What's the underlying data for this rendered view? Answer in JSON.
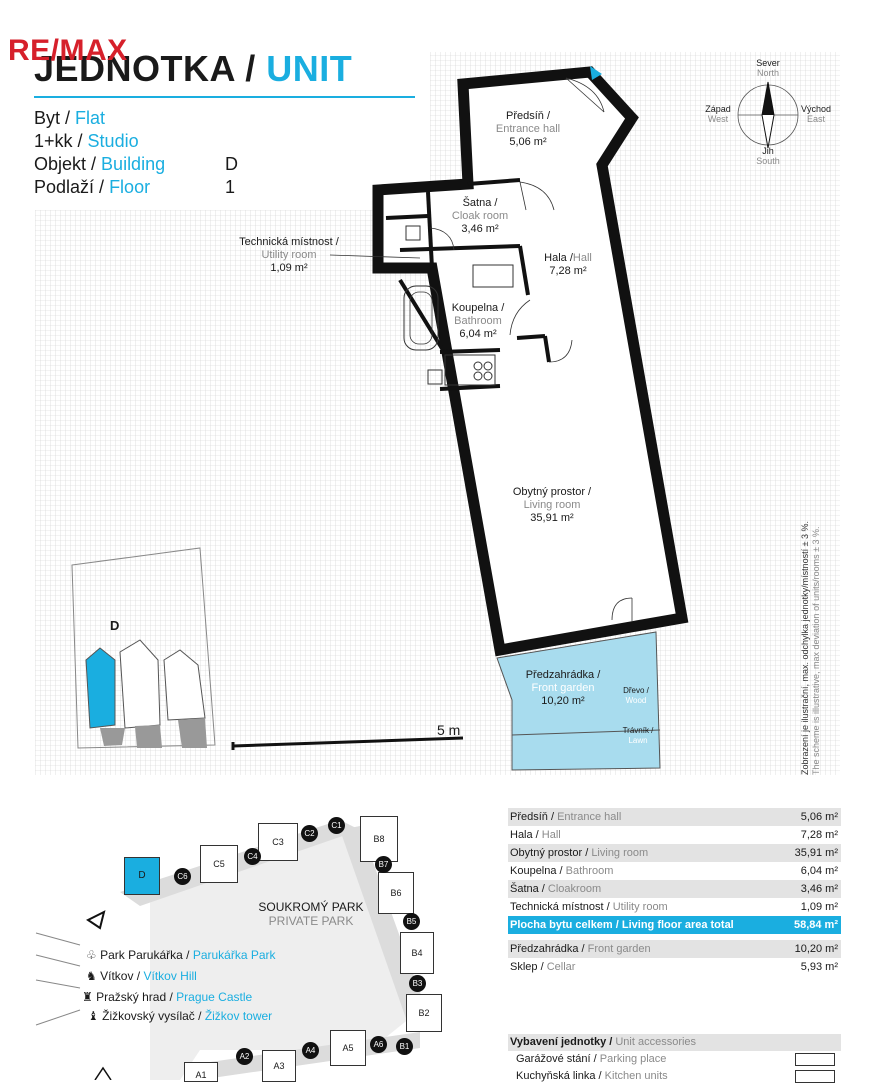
{
  "brand": {
    "logo_text": "RE/MAX"
  },
  "header": {
    "title_cs": "JEDNOTKA",
    "title_sep": " / ",
    "title_en": "UNIT"
  },
  "specs": [
    {
      "cs": "Byt",
      "en": "Flat",
      "value": ""
    },
    {
      "cs": "1+kk",
      "en": "Studio",
      "value": ""
    },
    {
      "cs": "Objekt",
      "en": "Building",
      "value": "D"
    },
    {
      "cs": "Podlaží",
      "en": "Floor",
      "value": "1"
    }
  ],
  "compass": {
    "north_cs": "Sever",
    "north_en": "North",
    "south_cs": "Jih",
    "south_en": "South",
    "west_cs": "Západ",
    "west_en": "West",
    "east_cs": "Východ",
    "east_en": "East"
  },
  "rooms": {
    "entrance": {
      "cs": "Předsíň /",
      "en": "Entrance hall",
      "area": "5,06 m²"
    },
    "cloak": {
      "cs": "Šatna /",
      "en": "Cloak room",
      "area": "3,46 m²"
    },
    "utility": {
      "cs": "Technická místnost /",
      "en": "Utility room",
      "area": "1,09 m²"
    },
    "hall": {
      "cs": "Hala /",
      "en": "Hall",
      "area": "7,28 m²"
    },
    "bathroom": {
      "cs": "Koupelna /",
      "en": "Bathroom",
      "area": "6,04 m²"
    },
    "living": {
      "cs": "Obytný prostor /",
      "en": "Living room",
      "area": "35,91 m²"
    },
    "garden": {
      "cs": "Předzahrádka /",
      "en": "Front garden",
      "area": "10,20 m²"
    },
    "wood": {
      "cs": "Dřevo /",
      "en": "Wood"
    },
    "lawn": {
      "cs": "Trávník /",
      "en": "Lawn"
    }
  },
  "plan": {
    "building_letter": "D",
    "scale_label": "5 m"
  },
  "side_note": {
    "cs": "Zobrazení je ilustrační, max. odchylka jednotky/místností ± 3 %.",
    "en": "The scheme is illustrative, max deviation of units/rooms ± 3 %."
  },
  "areas_table": [
    {
      "cs": "Předsíň",
      "en": "Entrance hall",
      "value": "5,06 m²",
      "style": "shade"
    },
    {
      "cs": "Hala",
      "en": "Hall",
      "value": "7,28 m²",
      "style": ""
    },
    {
      "cs": "Obytný prostor",
      "en": "Living room",
      "value": "35,91 m²",
      "style": "shade"
    },
    {
      "cs": "Koupelna",
      "en": "Bathroom",
      "value": "6,04 m²",
      "style": ""
    },
    {
      "cs": "Šatna",
      "en": "Cloakroom",
      "value": "3,46 m²",
      "style": "shade"
    },
    {
      "cs": "Technická místnost",
      "en": "Utility room",
      "value": "1,09 m²",
      "style": ""
    },
    {
      "cs": "Plocha bytu celkem",
      "en": "Living floor area total",
      "value": "58,84 m²",
      "style": "total"
    }
  ],
  "extra_table": [
    {
      "cs": "Předzahrádka",
      "en": "Front garden",
      "value": "10,20 m²",
      "style": "shade"
    },
    {
      "cs": "Sklep",
      "en": "Cellar",
      "value": "5,93 m²",
      "style": ""
    }
  ],
  "accessories": {
    "head_cs": "Vybavení jednotky",
    "head_en": "Unit accessories",
    "items": [
      {
        "cs": "Garážové stání",
        "en": "Parking place"
      },
      {
        "cs": "Kuchyňská linka",
        "en": "Kitchen units"
      }
    ]
  },
  "site": {
    "park_cs": "SOUKROMÝ PARK",
    "park_en": "PRIVATE PARK",
    "buildings": [
      "D",
      "C6",
      "C5",
      "C4",
      "C3",
      "C2",
      "C1",
      "B8",
      "B7",
      "B6",
      "B5",
      "B4",
      "B3",
      "B2",
      "B1",
      "A6",
      "A5",
      "A4",
      "A3",
      "A2",
      "A1"
    ]
  },
  "landmarks": [
    {
      "cs": "Park Parukářka",
      "en": "Parukářka Park",
      "icon": "tree-icon"
    },
    {
      "cs": "Vítkov",
      "en": "Vítkov Hill",
      "icon": "monument-icon"
    },
    {
      "cs": "Pražský hrad",
      "en": "Prague Castle",
      "icon": "castle-icon"
    },
    {
      "cs": "Žižkovský vysílač",
      "en": "Žižkov tower",
      "icon": "tower-icon"
    }
  ],
  "colors": {
    "accent": "#1aaee0",
    "brand_red": "#d6202b",
    "brand_blue": "#1f3c88",
    "wall": "#111111"
  }
}
